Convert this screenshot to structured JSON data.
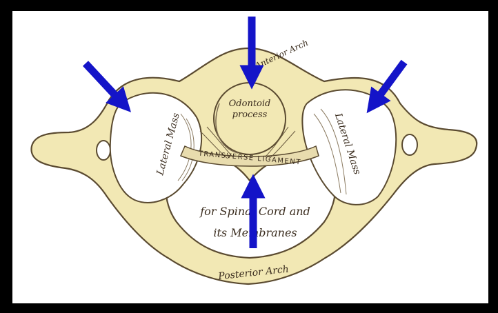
{
  "figure": {
    "background_color": "#000000",
    "panel_color": "#ffffff",
    "bone_fill": "#f2e8b4",
    "bone_stroke": "#5a4a30",
    "arrow_color": "#1414c8",
    "labels": {
      "anterior_arch": "Anterior Arch",
      "odontoid_process": [
        "Odontoid",
        "process"
      ],
      "lateral_mass_left": "Lateral Mass",
      "lateral_mass_right": "Lateral Mass",
      "transverse_ligament": "TRANSVERSE LIGAMENT",
      "spinal_cord": [
        "for Spinal Cord and",
        "its Membranes"
      ],
      "posterior_arch": "Posterior Arch"
    },
    "arrows": [
      {
        "name": "arrow-down-top",
        "points_to": "odontoid process"
      },
      {
        "name": "arrow-left-diagonal",
        "points_to": "left lateral mass"
      },
      {
        "name": "arrow-right-diagonal",
        "points_to": "right lateral mass"
      },
      {
        "name": "arrow-up-bottom",
        "points_to": "transverse ligament"
      }
    ]
  }
}
